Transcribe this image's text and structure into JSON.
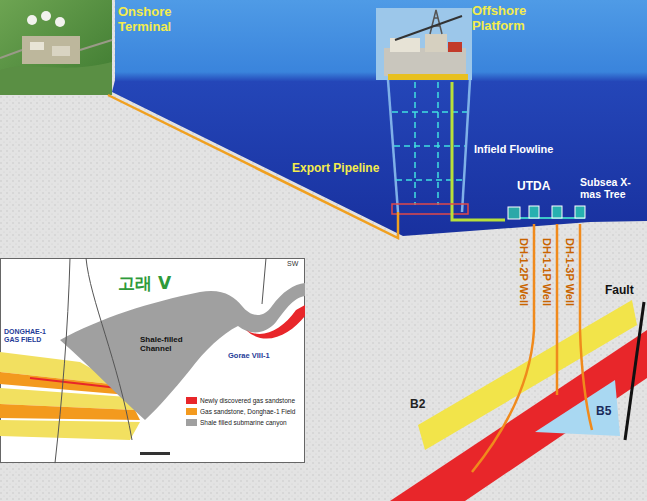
{
  "diagram": {
    "nodes": [
      {
        "text": [
          "Onshore Terminal"
        ]
      },
      {
        "text": [
          "Offshore Platform"
        ]
      },
      {
        "text": [
          "UTDA"
        ]
      },
      {
        "text": [
          "Subsea X-mas Tree"
        ]
      }
    ],
    "edges": [
      {
        "from": 0,
        "to": 1,
        "label": "Export Pipeline",
        "arrow": "none"
      },
      {
        "from": 1,
        "to": 2,
        "label": "Infield Flowline",
        "arrow": "none"
      }
    ],
    "labels": [
      "DH-1-2P Well",
      "DH-1-1P Well",
      "DH-1-3P Well",
      "Fault",
      "B2",
      "B5",
      "고래 V",
      "SW",
      "DONGHAE-1 GAS FIELD",
      "Shale-filled Channel",
      "Gorae VIII-1"
    ],
    "legend": [
      {
        "text": "Newly discovered gas sandstone",
        "color": "#e8262a"
      },
      {
        "text": "Gas sandstone, Donghae-1 Field",
        "color": "#f39a1e"
      },
      {
        "text": "Shale filled submarine canyon",
        "color": "#a0a0a0"
      }
    ]
  }
}
